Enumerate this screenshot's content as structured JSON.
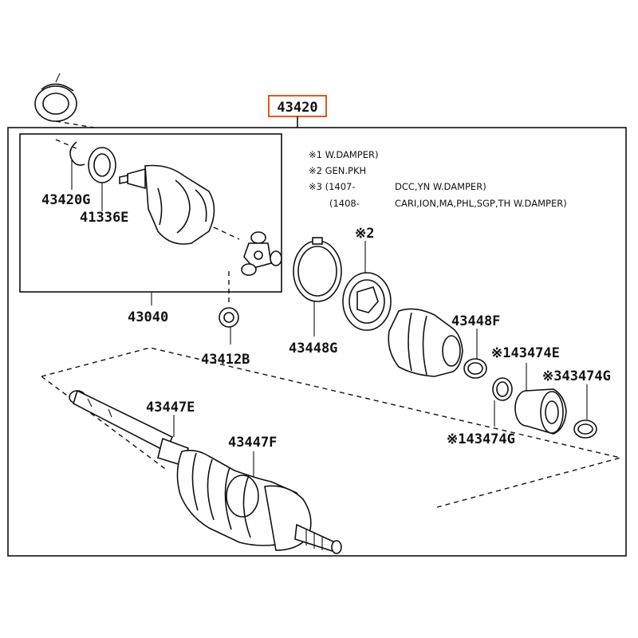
{
  "assembly": {
    "main_part_number": "43420",
    "highlight_color": "#e2581d"
  },
  "notes": [
    {
      "mark": "※1",
      "text": "W.DAMPER)"
    },
    {
      "mark": "※2",
      "text": "GEN.PKH"
    },
    {
      "mark": "※3",
      "text": "(1407-",
      "text2": "DCC,YN W.DAMPER)"
    },
    {
      "mark": "",
      "text": "(1408-",
      "text2": "CARI,ION,MA,PHL,SGP,TH W.DAMPER)"
    }
  ],
  "parts": {
    "p43420G": "43420G",
    "p41336E": "41336E",
    "p43040": "43040",
    "p43412B": "43412B",
    "p43448G": "43448G",
    "p43448F": "43448F",
    "p43474E": "※143474E",
    "p43474G_right": "※343474G",
    "p43474G_left": "※143474G",
    "p43447E": "43447E",
    "p43447F": "43447F",
    "mark2": "※2"
  }
}
